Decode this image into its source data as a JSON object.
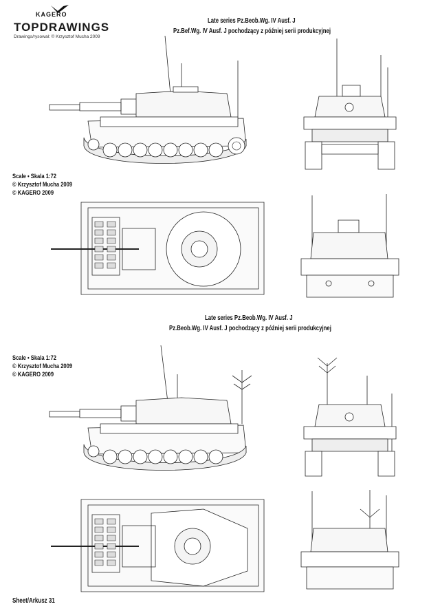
{
  "brand": {
    "kagero": "KAGERO",
    "topdrawings": "TOPDRAWINGS",
    "credit": "Drawings/rysował: © Krzysztof Mucha 2009"
  },
  "section1": {
    "title_en": "Late series Pz.Beob.Wg. IV Ausf. J",
    "title_pl": "Pz.Bef.Wg. IV Ausf. J pochodzący z później serii produkcyjnej",
    "scale": "Scale • Skala 1:72",
    "copyright_author": "© Krzysztof Mucha 2009",
    "copyright_publisher": "© KAGERO 2009"
  },
  "section2": {
    "title_en": "Late series Pz.Beob.Wg. IV Ausf. J",
    "title_pl": "Pz.Beob.Wg. IV Ausf. J pochodzący z później serii produkcyjnej",
    "scale": "Scale • Skala 1:72",
    "copyright_author": "© Krzysztof Mucha 2009",
    "copyright_publisher": "© KAGERO 2009"
  },
  "footer": {
    "sheet": "Sheet/Arkusz 31"
  }
}
